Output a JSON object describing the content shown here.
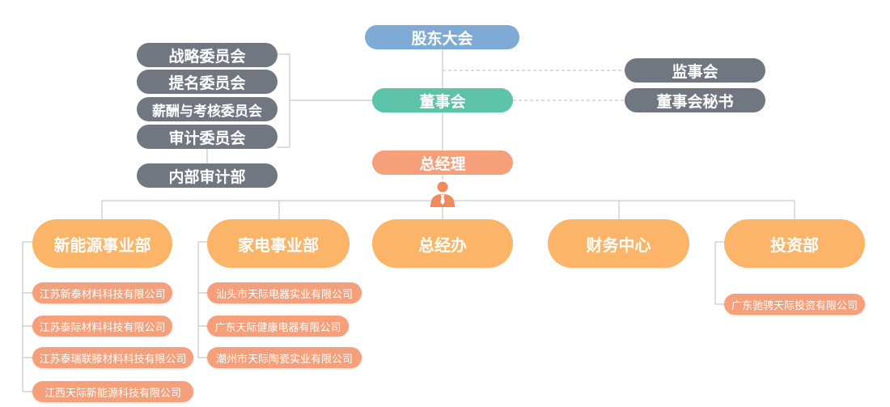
{
  "top": {
    "shareholders": "股东大会",
    "board": "董事会",
    "supervisors": "监事会",
    "board_secretary": "董事会秘书",
    "gm": "总经理"
  },
  "committees": [
    "战略委员会",
    "提名委员会",
    "薪酬与考核委员会",
    "审计委员会"
  ],
  "internal_audit": "内部审计部",
  "divisions": [
    "新能源事业部",
    "家电事业部",
    "总经办",
    "财务中心",
    "投资部"
  ],
  "subsidiaries": {
    "new_energy": [
      "江苏新泰材料科技有限公司",
      "江苏泰际材料科技有限公司",
      "江苏泰瑞联滕材料科技有限公司",
      "江西天际新能源科技有限公司"
    ],
    "appliance": [
      "汕头市天际电器实业有限公司",
      "广东天际健康电器有限公司",
      "潮州市天际陶瓷实业有限公司"
    ],
    "investment": [
      "广东驰骋天际投资有限公司"
    ]
  },
  "colors": {
    "gray": "#707780",
    "blue": "#7faad6",
    "teal": "#5cc3a9",
    "salmon": "#f5a07a",
    "orange": "#fcb468",
    "line": "#c9c9c9"
  },
  "icons": {
    "gm": "person-icon"
  }
}
